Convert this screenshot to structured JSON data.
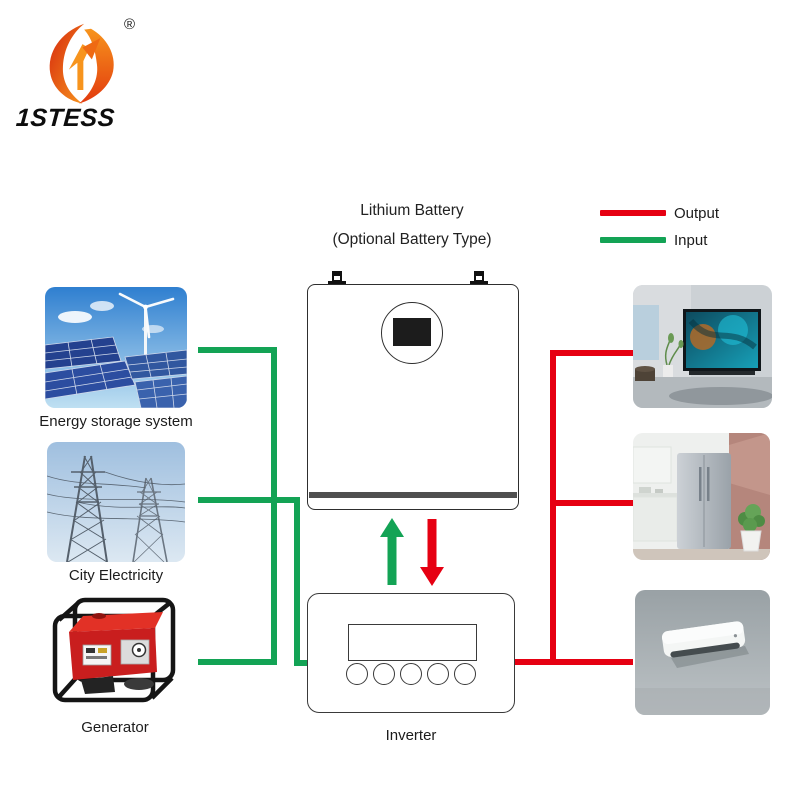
{
  "brand": {
    "wordmark": "1STESS",
    "registered_mark": "®",
    "logo_icon": "flame-logo"
  },
  "header": {
    "title_line1": "Lithium Battery",
    "title_line2": "(Optional Battery Type)"
  },
  "legend": {
    "output_label": "Output",
    "input_label": "Input"
  },
  "colors": {
    "output_red": "#e60012",
    "input_green": "#13a355"
  },
  "sources": [
    {
      "id": "energy-storage-system",
      "label": "Energy storage system",
      "icon": "solar-panels-wind-turbine-photo"
    },
    {
      "id": "city-electricity",
      "label": "City Electricity",
      "icon": "transmission-towers-photo"
    },
    {
      "id": "generator",
      "label": "Generator",
      "icon": "portable-generator-photo"
    }
  ],
  "center": {
    "battery_icon": "lithium-battery-unit",
    "inverter_label": "Inverter",
    "charge_arrow_icon": "green-up-arrow",
    "discharge_arrow_icon": "red-down-arrow"
  },
  "loads": [
    {
      "id": "tv",
      "icon": "television-photo"
    },
    {
      "id": "refrigerator",
      "icon": "refrigerator-photo"
    },
    {
      "id": "air-conditioner",
      "icon": "air-conditioner-photo"
    }
  ]
}
